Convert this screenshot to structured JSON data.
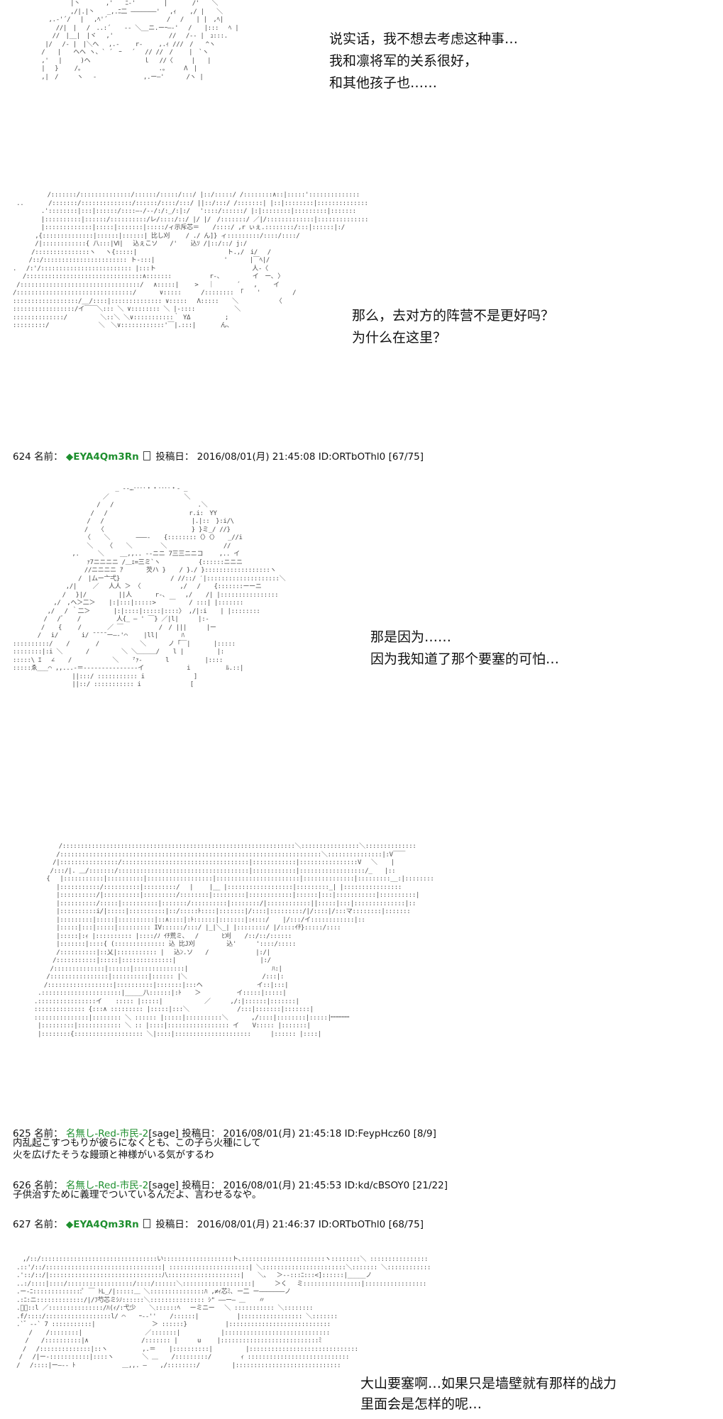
{
  "panel1": {
    "lines": [
      "说实话，我不想去考虑这种事…",
      "我和凛将军的关系很好，",
      "和其他孩子也……"
    ]
  },
  "panel2": {
    "lines": [
      "那么，去对方的阵营不是更好吗？",
      "为什么在这里？"
    ]
  },
  "post624": {
    "num": "624",
    "name_label": "名前：",
    "trip": "◆EYA4Qm3Rn",
    "date_label": "投稿日：",
    "date": "2016/08/01(月) 21:45:08",
    "id": "ID:ORTbOThl0",
    "count": "[67/75]"
  },
  "panel3": {
    "lines": [
      "那是因为……",
      "因为我知道了那个要塞的可怕…"
    ]
  },
  "panel4": {
    "ellipsis": "…………"
  },
  "post625": {
    "num": "625",
    "name_label": "名前：",
    "name": "名無し-Red-市民-2",
    "sage": "[sage]",
    "date_label": "投稿日：",
    "date": "2016/08/01(月) 21:45:18",
    "id": "ID:FeypHcz60",
    "count": "[8/9]",
    "body": [
      "内乱起こすつもりが彼らになくとも、この子ら火種にして",
      "火を広げたそうな饅頭と神様がいる気がするわ"
    ]
  },
  "post626": {
    "num": "626",
    "name_label": "名前：",
    "name": "名無し-Red-市民-2",
    "sage": "[sage]",
    "date_label": "投稿日：",
    "date": "2016/08/01(月) 21:45:53",
    "id": "ID:kd/cBSOY0",
    "count": "[21/22]",
    "body": [
      "子供治すために義理でついているんだよ、言わせるなや。"
    ]
  },
  "post627": {
    "num": "627",
    "name_label": "名前：",
    "trip": "◆EYA4Qm3Rn",
    "date_label": "投稿日：",
    "date": "2016/08/01(月) 21:46:37",
    "id": "ID:ORTbOThl0",
    "count": "[68/75]"
  },
  "panel5": {
    "lines": [
      "大山要塞啊…如果只是墙壁就有那样的战力",
      "里面会是怎样的呢…"
    ]
  }
}
